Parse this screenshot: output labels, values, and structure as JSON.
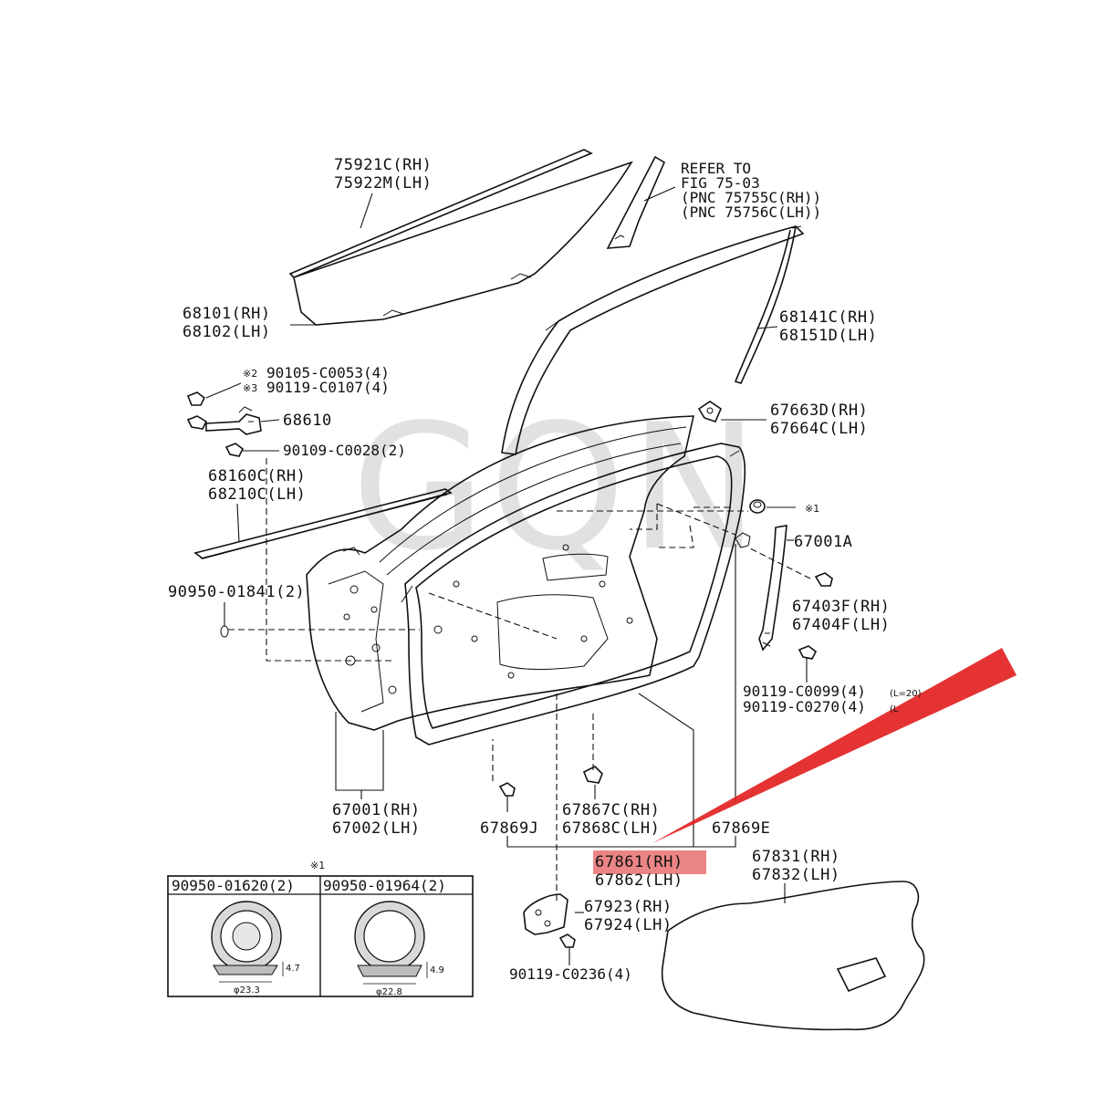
{
  "watermark": "GQN",
  "labels": {
    "glass_run_rh": "75921C(RH)",
    "glass_run_lh": "75922M(LH)",
    "refer_1": "REFER TO",
    "refer_2": "FIG 75-03",
    "refer_3": "(PNC 75755C(RH))",
    "refer_4": "(PNC 75756C(LH))",
    "glass_rh": "68101(RH)",
    "glass_lh": "68102(LH)",
    "channel_rh": "68141C(RH)",
    "channel_lh": "68151D(LH)",
    "bolt_1_mark": "※2",
    "bolt_1": "90105-C0053(4)",
    "bolt_2_mark": "※3",
    "bolt_2": "90119-C0107(4)",
    "check": "68610",
    "bolt_3": "90109-C0028(2)",
    "belt_rh": "68160C(RH)",
    "belt_lh": "68210C(LH)",
    "cushion_rh": "67663D(RH)",
    "cushion_lh": "67664C(LH)",
    "star1_a": "※1",
    "part_67001a": "67001A",
    "plug_left": "90950-01841(2)",
    "seal_rh": "67403F(RH)",
    "seal_lh": "67404F(LH)",
    "screw_1": "90119-C0099(4)",
    "screw_1_note": "(L=20)",
    "screw_2": "90119-C0270(4)",
    "screw_2_note": "(L",
    "panel_rh": "67001(RH)",
    "panel_lh": "67002(LH)",
    "clip_j": "67869J",
    "weather_c_rh": "67867C(RH)",
    "weather_c_lh": "67868C(LH)",
    "clip_e": "67869E",
    "star1_b": "※1",
    "plug_a": "90950-01620(2)",
    "plug_b": "90950-01964(2)",
    "dim_a_h": "4.7",
    "dim_a_d": "φ23.3",
    "dim_b_h": "4.9",
    "dim_b_d": "φ22.8",
    "weatherstrip_rh": "67861(RH)",
    "weatherstrip_lh": "67862(LH)",
    "sheet_rh": "67831(RH)",
    "sheet_lh": "67832(LH)",
    "bracket_rh": "67923(RH)",
    "bracket_lh": "67924(LH)",
    "bolt_bottom": "90119-C0236(4)"
  },
  "highlight": {
    "part": "67861(RH)",
    "arrow_color": "#e32222",
    "box_color": "#e87070"
  }
}
